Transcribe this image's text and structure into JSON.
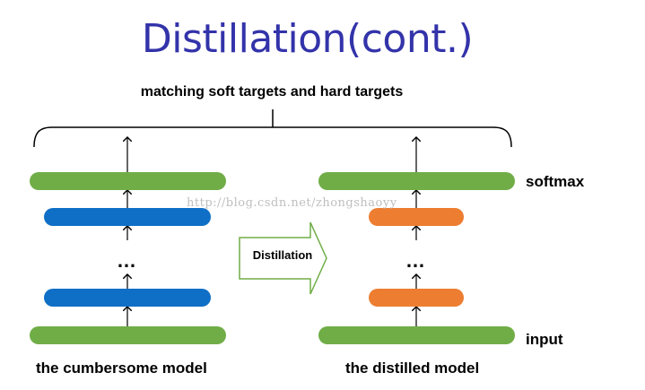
{
  "title": "Distillation(cont.)",
  "subtitle": "matching soft targets and hard targets",
  "labels": {
    "softmax": "softmax",
    "input": "input"
  },
  "teacher": {
    "caption": "the cumbersome model",
    "ellipsis": "…"
  },
  "student": {
    "caption": "the distilled model",
    "ellipsis": "…"
  },
  "transfer_arrow": {
    "label": "Distillation"
  },
  "watermark": "http://blog.csdn.net/zhongshaoyy",
  "colors": {
    "title": "#3333aa",
    "outer_layers": "#70ad47",
    "teacher_hidden": "#0f6fc6",
    "student_hidden": "#ed7d31",
    "arrow_stroke": "#70ad47"
  }
}
